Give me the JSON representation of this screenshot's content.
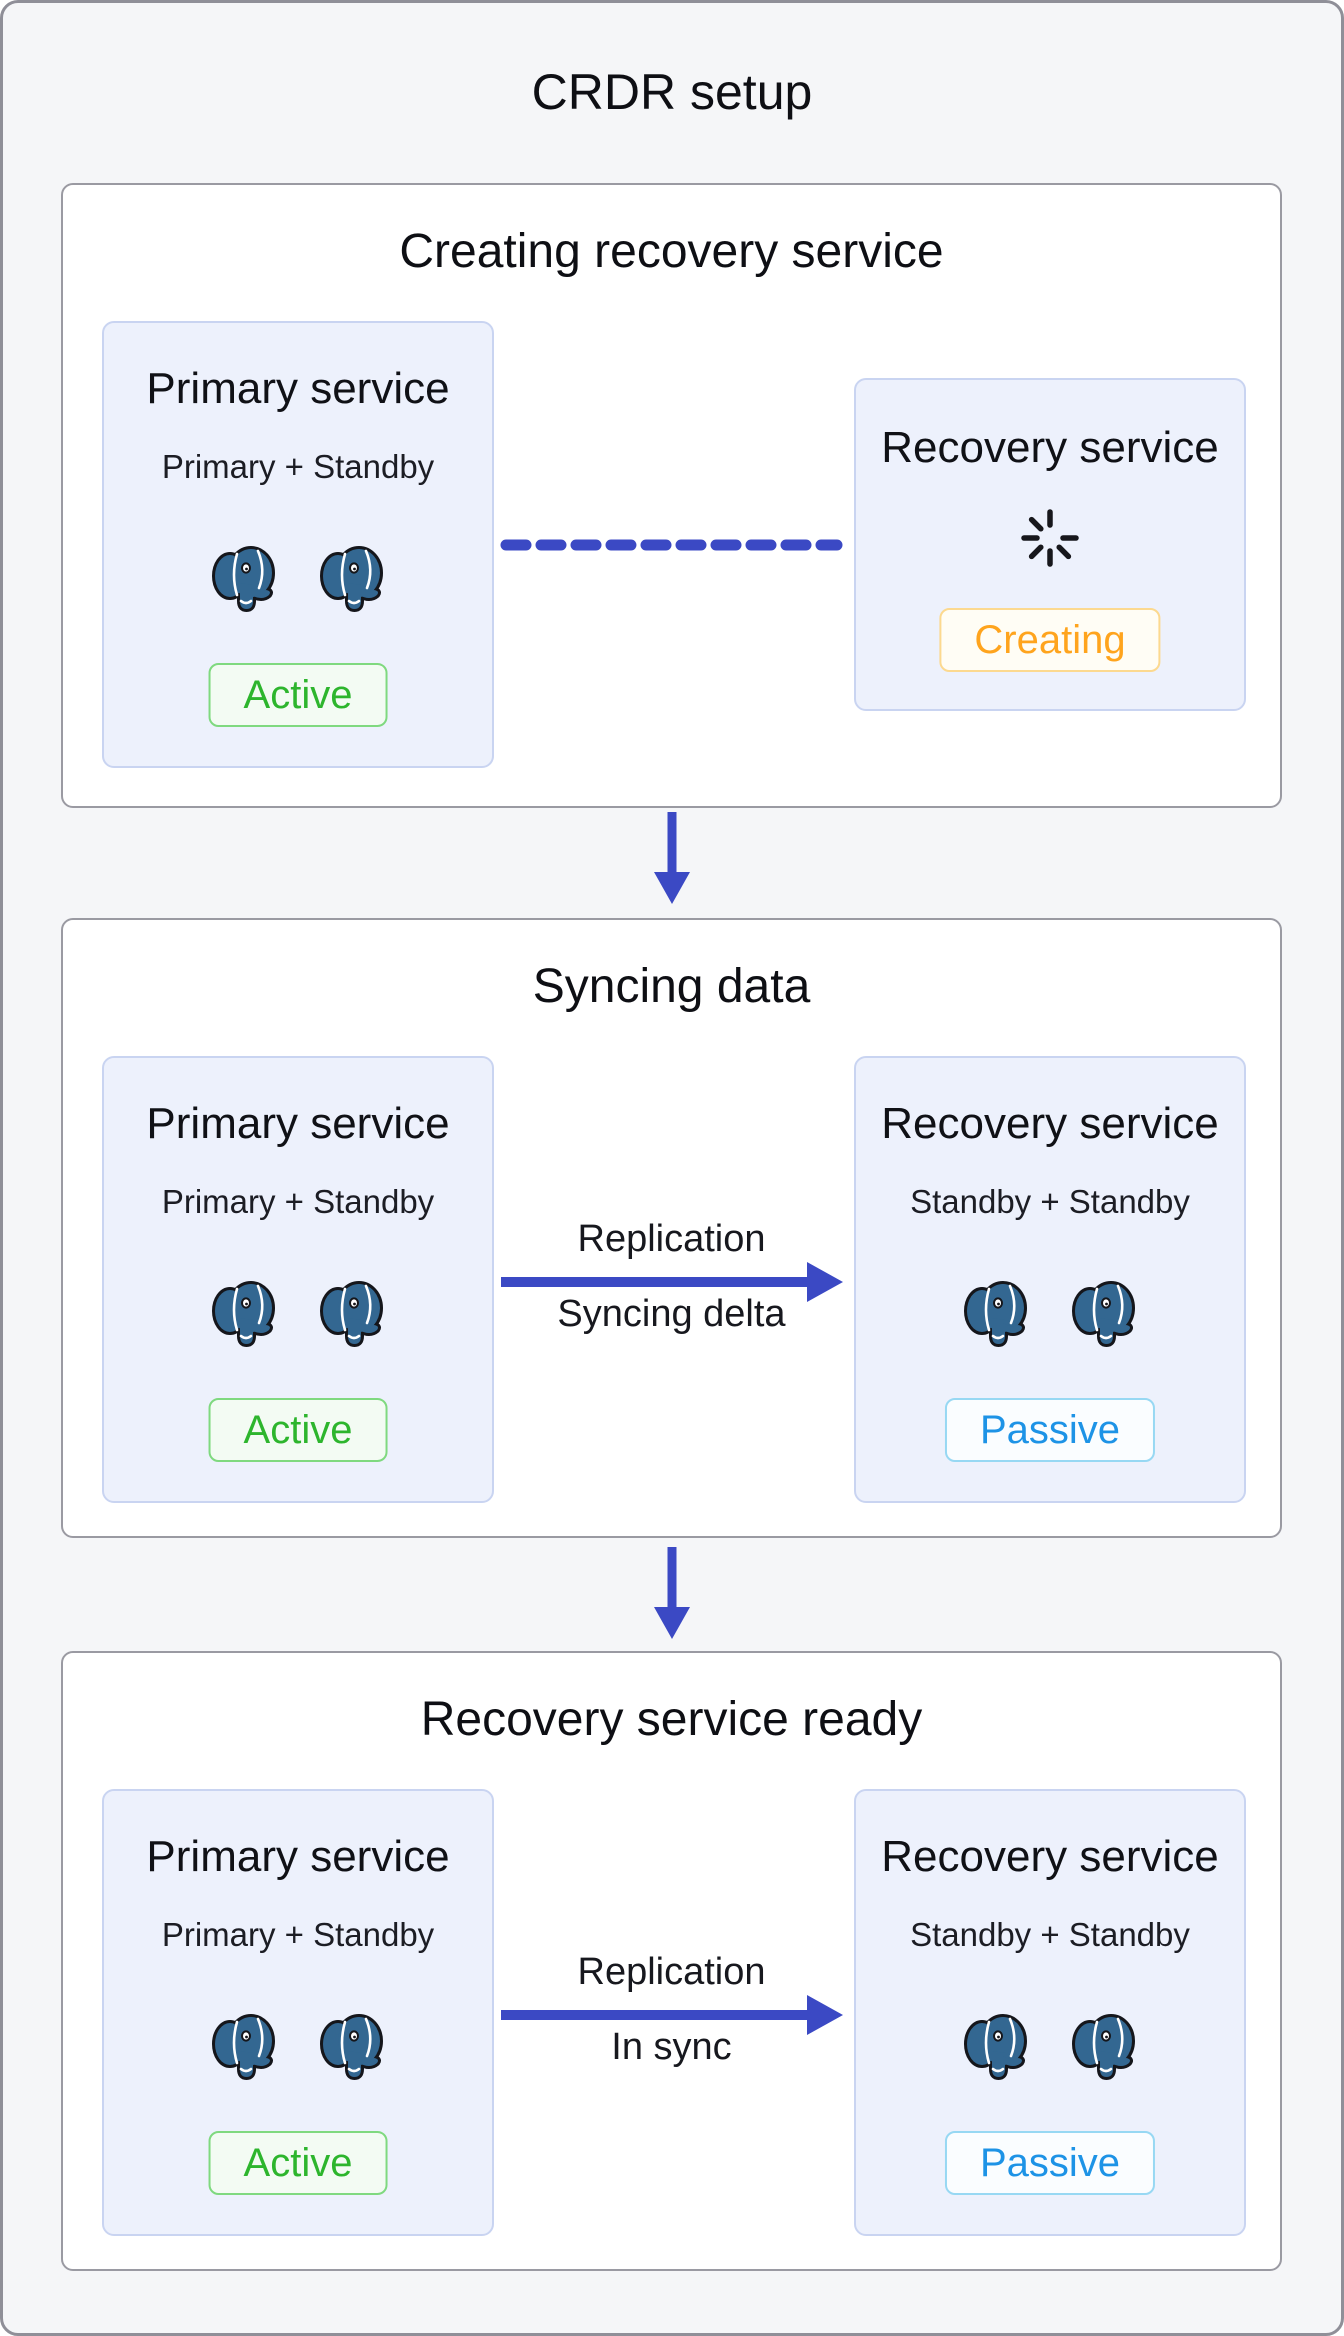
{
  "title": "CRDR setup",
  "colors": {
    "arrow_indigo": "#3b49c4",
    "elephant_blue": "#336791",
    "active_green": "#2db52d",
    "creating_orange": "#ffa41d",
    "passive_blue": "#1d93e6",
    "card_bg": "#edf1fc",
    "card_border": "#c9d4f1",
    "frame_bg": "#f5f6f8"
  },
  "sections": [
    {
      "title": "Creating recovery service",
      "primary": {
        "title": "Primary service",
        "subtitle": "Primary + Standby",
        "badge": "Active"
      },
      "recovery": {
        "title": "Recovery service",
        "badge": "Creating"
      }
    },
    {
      "title": "Syncing data",
      "primary": {
        "title": "Primary service",
        "subtitle": "Primary + Standby",
        "badge": "Active"
      },
      "recovery": {
        "title": "Recovery service",
        "subtitle": "Standby + Standby",
        "badge": "Passive"
      },
      "connector": {
        "top": "Replication",
        "bottom": "Syncing delta"
      }
    },
    {
      "title": "Recovery service ready",
      "primary": {
        "title": "Primary service",
        "subtitle": "Primary + Standby",
        "badge": "Active"
      },
      "recovery": {
        "title": "Recovery service",
        "subtitle": "Standby + Standby",
        "badge": "Passive"
      },
      "connector": {
        "top": "Replication",
        "bottom": "In sync"
      }
    }
  ]
}
